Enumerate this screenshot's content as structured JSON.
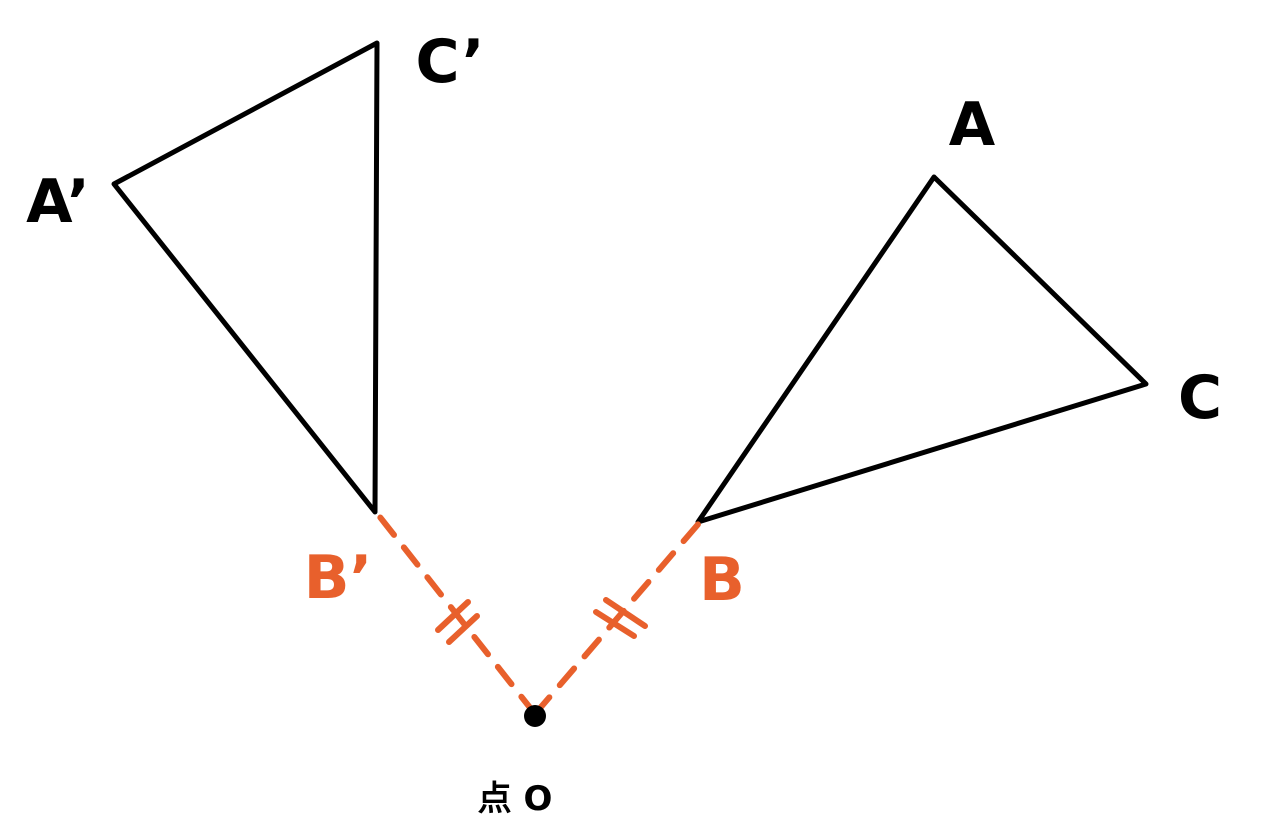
{
  "colors": {
    "ink": "#000000",
    "accent": "#e8602c",
    "background": "#ffffff"
  },
  "labels": {
    "a": "A",
    "b": "B",
    "c": "C",
    "a_prime": "A’",
    "b_prime": "B’",
    "c_prime": "C’",
    "center": "点 O"
  }
}
